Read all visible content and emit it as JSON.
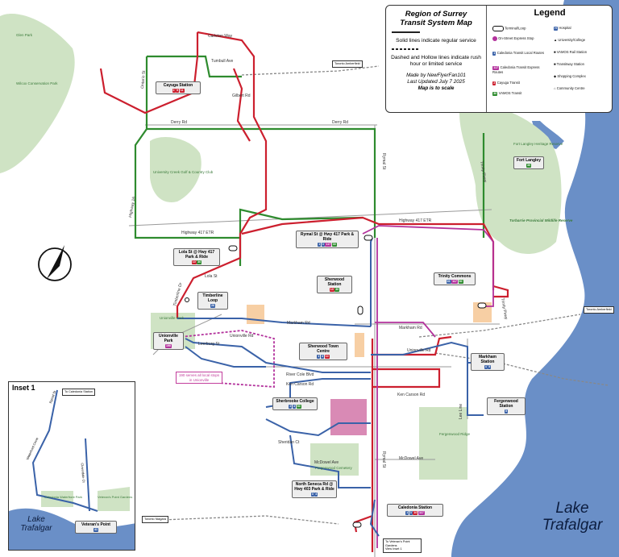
{
  "legend": {
    "title_line1": "Region of Surrey",
    "title_line2": "Transit System Map",
    "solid_note": "Solid lines indicate regular service",
    "dashed_note": "Dashed and Hollow lines indicate rush hour or limited service",
    "credit1": "Made by NewFlyerFan101",
    "credit2": "Last Updated July 7 2025",
    "credit3": "Map is to scale",
    "heading": "Legend",
    "items": {
      "terminal": "Terminal/Loop",
      "onstreet": "On-Street Express Stop",
      "caledonia_local": "Caledonia Transit Local Routes",
      "caledonia_express": "Caledonia Transit Express Routes",
      "cayuga": "Cayuga Transit",
      "vamos": "VAMOS Transit",
      "hospital": "Hospital",
      "university": "University/College",
      "vamos_rail": "VAMOS Rail Station",
      "transitway": "Transitway Station",
      "shopping": "Shopping Complex",
      "community": "Community Centre"
    }
  },
  "colors": {
    "red": "#cc1f2e",
    "green": "#2e8b2e",
    "blue": "#3a62a8",
    "magenta": "#b3329c",
    "lake": "#6a8fc7",
    "park": "#cfe3c4"
  },
  "lakes": {
    "main_line1": "Lake",
    "main_line2": "Trafalgar",
    "inset_line1": "Lake",
    "inset_line2": "Trafalgar"
  },
  "inset": {
    "title": "Inset 1",
    "top_dest": "To Caledonia Station",
    "station": "Veteran's Point",
    "route": "41",
    "road1": "Rymal St",
    "road2": "Waterfront Circle",
    "road3": "Cloverdale Ct",
    "park1": "Caledonia Waterfront Park",
    "park2": "Veteran's Point Gardens"
  },
  "stations": {
    "cayuga": "Cayuga Station",
    "lola": "Lola St @ Hwy 417 Park & Ride",
    "rymal417": "Rymal St @ Hwy 417 Park & Ride",
    "sherwood": "Sherwood Station",
    "timberline": "Timberline Loop",
    "unionville": "Unionville Park",
    "sherwood_tc": "Sherwood Town Centre",
    "sherbrooke": "Sherbrooke College",
    "trinity": "Trinity Commons",
    "markham": "Markham Station",
    "fergenwood": "Fergenwood Station",
    "north_seneca": "North Seneca Rd @ Hwy 403 Park & Ride",
    "caledonia": "Caledonia Station",
    "fort_langley": "Fort Langley"
  },
  "dest": {
    "toronto_east": "Toronto Amberfield",
    "toronto_right": "Toronto Amberfield",
    "toronto_niagara": "Toronto Niagara",
    "veterans": "To Veteran's Point Gardens",
    "view_inset": "View Inset 1"
  },
  "notes": {
    "unionville": "190 serves all local stops in Unionville"
  },
  "roads": {
    "derry1": "Derry Rd",
    "derry2": "Derry Rd",
    "hwy417": "Highway 417 ETR",
    "hwy417b": "Highway 417 ETR",
    "markham": "Markham Rd",
    "markham2": "Markham Rd",
    "unionville": "Unionville Rd",
    "unionville2": "Unionville Rd",
    "river_cole": "River Cole Blvd",
    "ken_carson": "Ken Carson Rd",
    "ken_carson2": "Ken Carson Rd",
    "mcdowel": "McDowel Ave",
    "mcdowel2": "McDowel Ave",
    "rymal": "Rymal St",
    "rymal2": "Rymal St",
    "lola": "Lola St",
    "trinity": "Trinity Pkwy",
    "trinity2": "Trinity Pkwy",
    "gilbert": "Gilbert Rd",
    "ontario": "Ontario St",
    "hwy16": "Highway 16",
    "sheridan": "Sheridan Ct",
    "lee_line": "Lee Line",
    "tumbull": "Tumbull Ave",
    "carleton": "Carleton Way",
    "leerburg": "Leerburg St",
    "timberline": "Timberline Dr"
  },
  "parks": {
    "east_park": "Torbarrie Provincial Wildlife Reserve",
    "golf": "University Creek Golf & Country Club",
    "unionville_park": "Unionville Park",
    "fergenwood_park": "Fergenwood Cemetery",
    "fergenwood_ridge": "Fergenwood Ridge",
    "glen": "Glen Park",
    "wilcox": "Wilcox Conservation Park",
    "hist": "Fort Langley Heritage Reserve"
  }
}
